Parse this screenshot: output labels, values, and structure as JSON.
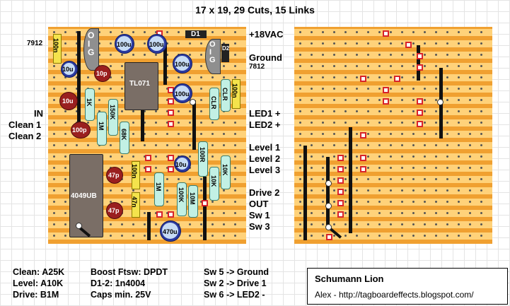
{
  "title": "17 x 19, 29 Cuts, 15 Links",
  "left_labels": {
    "reg_left": "7912",
    "in": "IN",
    "clean1": "Clean 1",
    "clean2": "Clean 2"
  },
  "right_labels": {
    "vac": "+18VAC",
    "ground": "Ground",
    "reg_right": "7812",
    "led1": "LED1 +",
    "led2": "LED2 +",
    "level1": "Level 1",
    "level2": "Level 2",
    "level3": "Level 3",
    "drive2": "Drive 2",
    "out": "OUT",
    "sw1": "Sw 1",
    "sw3": "Sw 3"
  },
  "components": {
    "ic1": "TL071",
    "ic2": "4049UB",
    "reg_label": "OIG",
    "d1": "D1",
    "d2": "D2",
    "c100u": "100u",
    "c10u": "10u",
    "c470u": "470u",
    "c10p": "10p",
    "c100p": "100p",
    "c47p": "47p",
    "c100n": "100n",
    "c47n": "47n",
    "r1k": "1K",
    "r150k": "150K",
    "r1m": "1M",
    "r68k": "68K",
    "rclr": "CLR",
    "r100r": "100R",
    "r10k": "10K",
    "r100k": "100K",
    "r10m": "10M"
  },
  "notes": {
    "pot_clean": "Clean: A25K",
    "pot_level": "Level: A10K",
    "pot_drive": "Drive: B1M",
    "boost": "Boost Ftsw: DPDT",
    "diodes": "D1-2: 1n4004",
    "caps": "Caps min. 25V",
    "sw5": "Sw 5 -> Ground",
    "sw2": "Sw 2 -> Drive 1",
    "sw6": "Sw 6 -> LED2 -"
  },
  "credit": {
    "name": "Schumann Lion",
    "author": "Alex - http://tagboardeffects.blogspot.com/"
  },
  "colors": {
    "board": "#f0a030",
    "strip": "#ffd27a",
    "cut": "#d8232a",
    "link": "#111111"
  }
}
